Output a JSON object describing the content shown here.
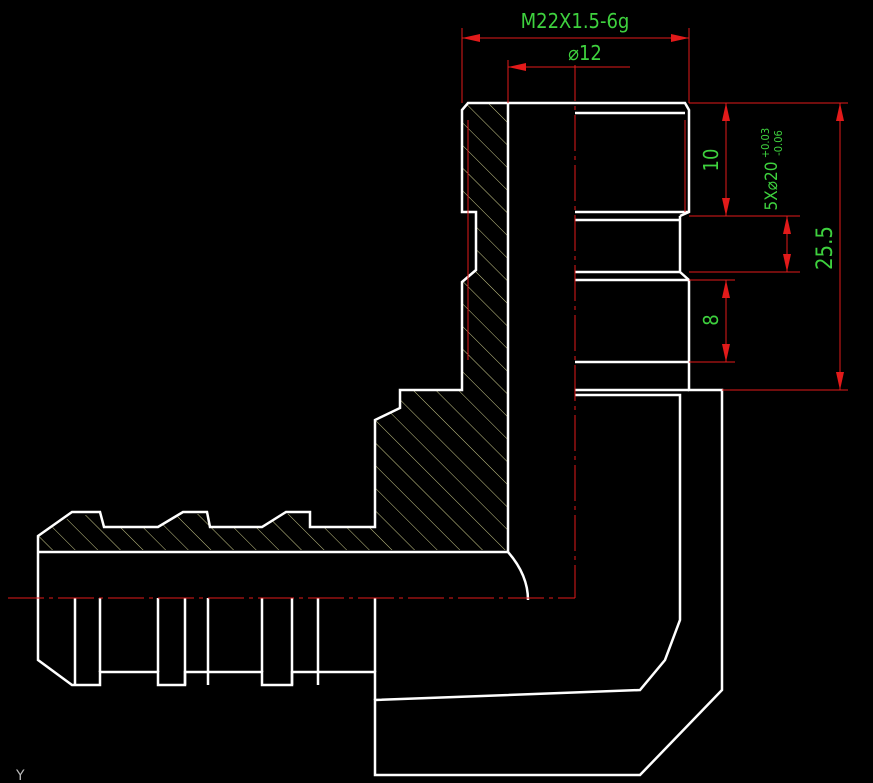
{
  "colors": {
    "background": "#000000",
    "outline": "#ffffff",
    "dimension_line": "#e21a1a",
    "dimension_text": "#3ed13e",
    "hatch": "#c9c98a"
  },
  "dimensions": {
    "thread": "M22X1.5-6g",
    "bore_diameter": "⌀12",
    "thread_length": "10",
    "groove_spec_main": "5X⌀20",
    "groove_tol_upper": "+0.03",
    "groove_tol_lower": "-0.06",
    "barb_length": "8",
    "overall_height": "25.5"
  },
  "ucs_label": "Y"
}
